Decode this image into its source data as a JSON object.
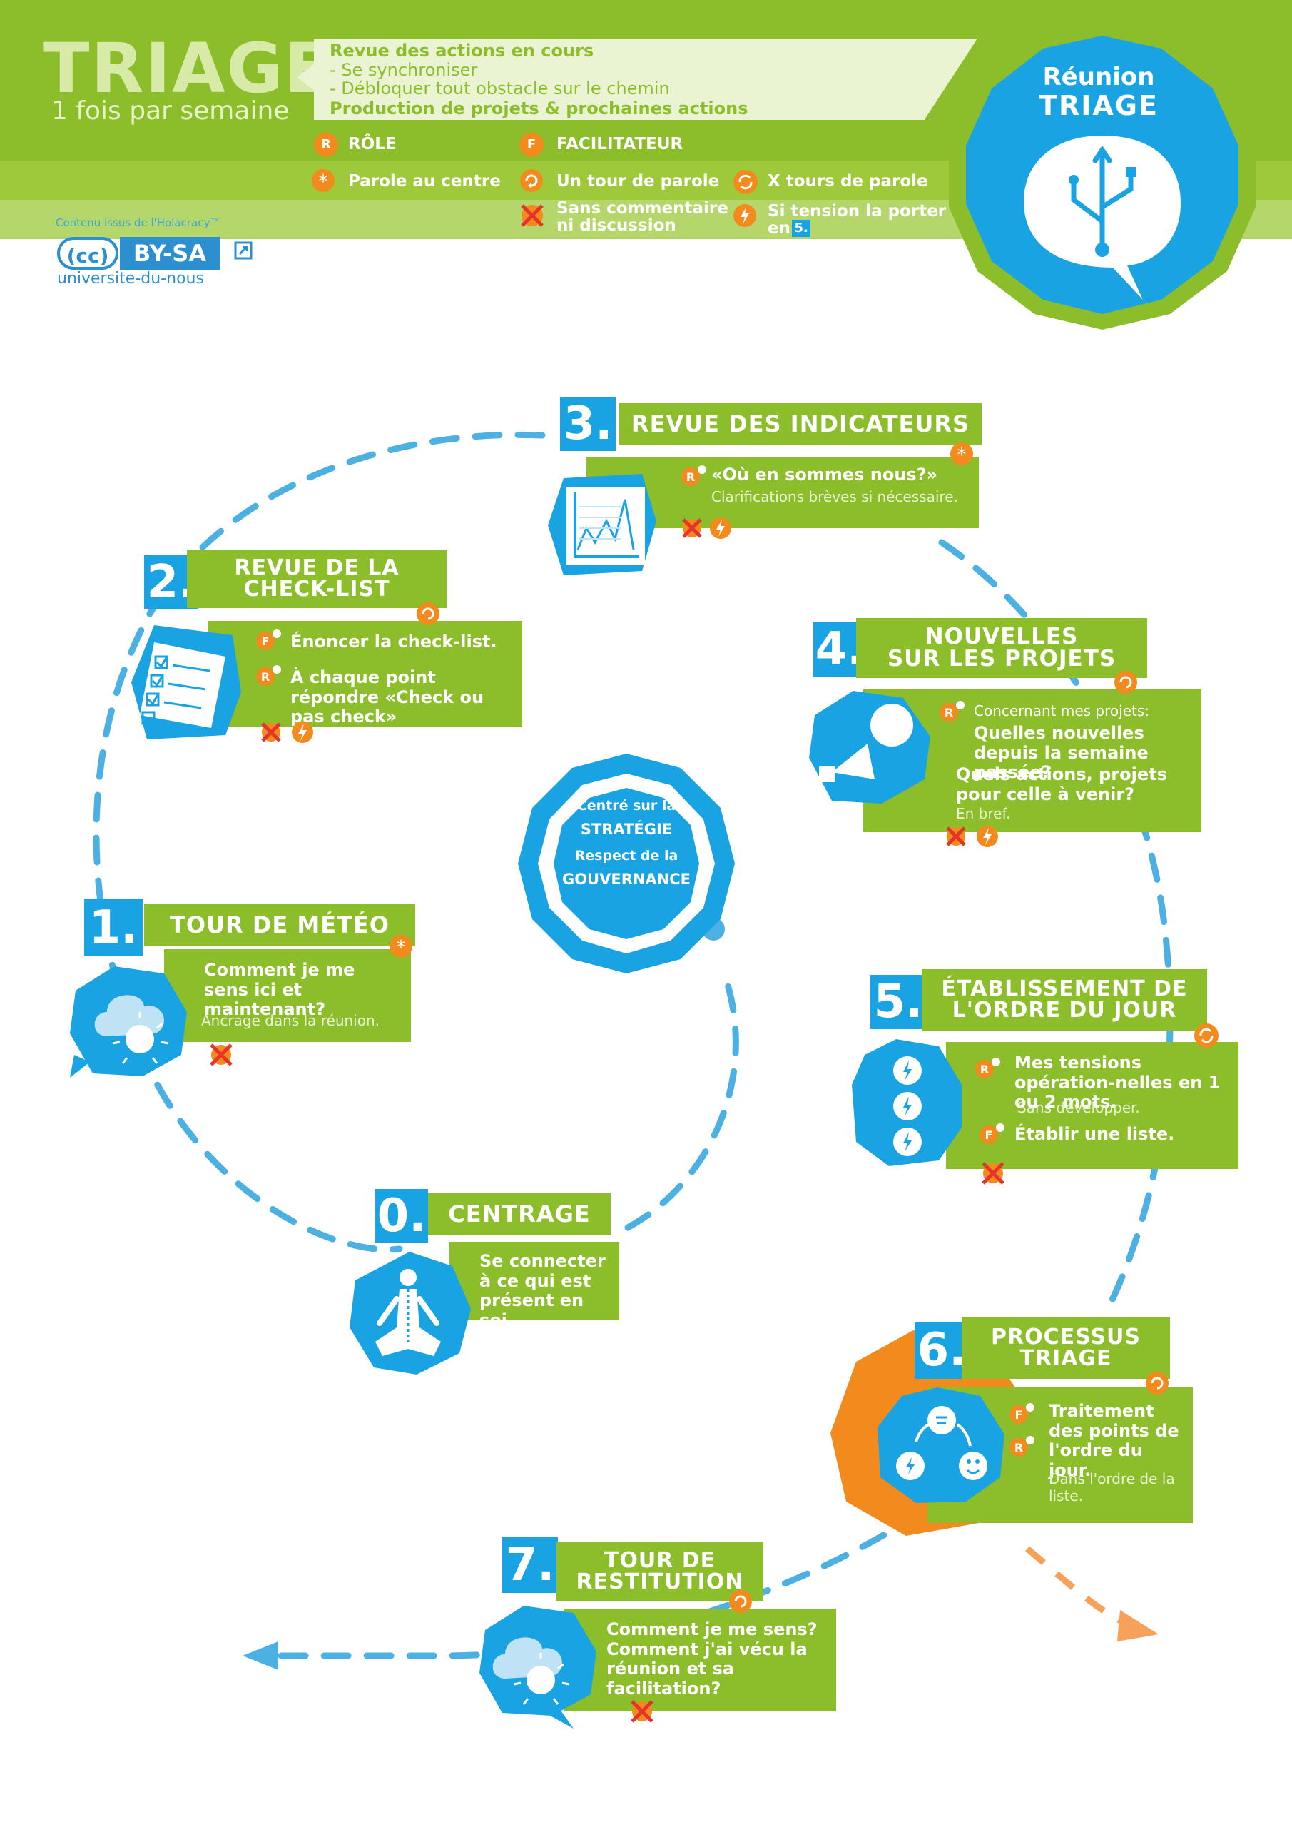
{
  "header": {
    "title": "TRIAGE",
    "subtitle": "1 fois par semaine",
    "banner_lines": [
      "Revue des actions en cours",
      "- Se synchroniser",
      "- Débloquer tout obstacle sur le chemin",
      "Production de projets & prochaines actions"
    ],
    "badge_title_1": "Réunion",
    "badge_title_2": "TRIAGE"
  },
  "legend": {
    "role_letter": "R",
    "role": "RÔLE",
    "facilitator_letter": "F",
    "facilitator": "FACILITATEUR",
    "center": "Parole au centre",
    "one_round": "Un tour de parole",
    "x_rounds": "X tours de parole",
    "no_comment_1": "Sans commentaire",
    "no_comment_2": "ni discussion",
    "tension_1": "Si tension la porter",
    "tension_2": "en",
    "tension_step": "5."
  },
  "credits": {
    "source": "Contenu issus de l'Holacracy™",
    "cc": "(cc)",
    "license": "BY-SA",
    "org": "universite-du-nous"
  },
  "center": {
    "line1": "Centré sur la",
    "line2": "STRATÉGIE",
    "line3": "Respect de la",
    "line4": "GOUVERNANCE"
  },
  "steps": {
    "s0": {
      "num": "0.",
      "title": "CENTRAGE",
      "text": "Se connecter à ce qui est présent en soi."
    },
    "s1": {
      "num": "1.",
      "title": "TOUR DE MÉTÉO",
      "text": "Comment je me sens ici et maintenant?",
      "sub": "Ancrage dans la réunion."
    },
    "s2": {
      "num": "2.",
      "title_1": "REVUE DE LA",
      "title_2": "CHECK-LIST",
      "text1": "Énoncer la check-list.",
      "text2": "À chaque point répondre «Check ou pas check»"
    },
    "s3": {
      "num": "3.",
      "title": "REVUE DES INDICATEURS",
      "text": "«Où en sommes nous?»",
      "sub": "Clarifications brèves si nécessaire."
    },
    "s4": {
      "num": "4.",
      "title_1": "NOUVELLES",
      "title_2": "SUR LES PROJETS",
      "intro": "Concernant mes projets:",
      "q1": "Quelles nouvelles depuis la semaine passée?",
      "q2": "Quels actions, projets pour celle à venir?",
      "sub": "En bref."
    },
    "s5": {
      "num": "5.",
      "title_1": "ÉTABLISSEMENT DE",
      "title_2": "L'ORDRE DU JOUR",
      "text1": "Mes tensions opération-nelles en 1 ou 2 mots.",
      "sub": "Sans développer.",
      "text2": "Établir une liste."
    },
    "s6": {
      "num": "6.",
      "title_1": "PROCESSUS",
      "title_2": "TRIAGE",
      "text": "Traitement des points de l'ordre du jour.",
      "sub": "Dans l'ordre de la liste."
    },
    "s7": {
      "num": "7.",
      "title_1": "TOUR DE",
      "title_2": "RESTITUTION",
      "text": "Comment je me sens? Comment j'ai vécu la réunion et sa facilitation?"
    }
  },
  "colors": {
    "green": "#8cbd2b",
    "blue": "#1aa3e3",
    "orange": "#f28a1d",
    "red": "#e5352b"
  }
}
